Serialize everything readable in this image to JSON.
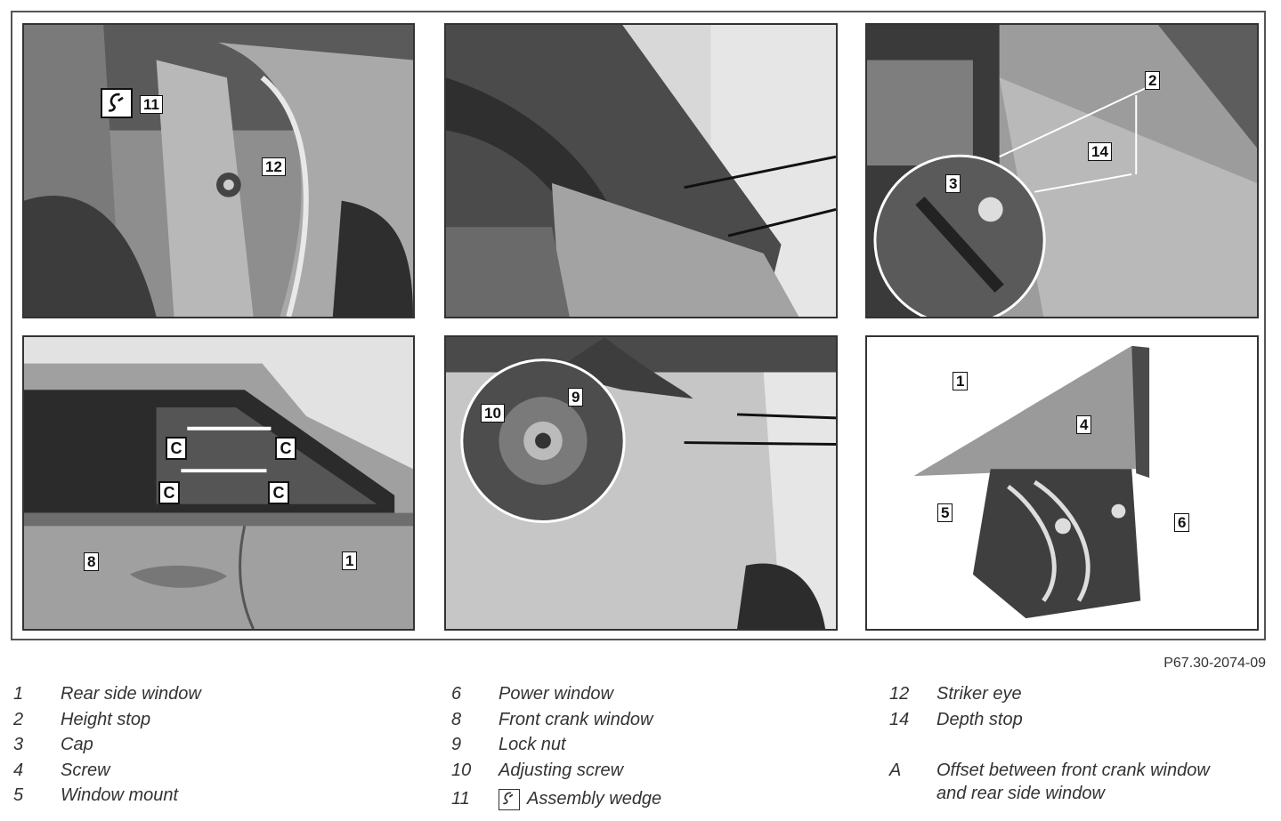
{
  "figure": {
    "reference": "P67.30-2074-09",
    "callouts": {
      "p1": [
        "11",
        "12"
      ],
      "p2": [],
      "p3": [
        "2",
        "14",
        "3"
      ],
      "p4": [
        "8",
        "1"
      ],
      "p5": [
        "10",
        "9"
      ],
      "p6": [
        "1",
        "4",
        "5",
        "6"
      ]
    },
    "c_marker": "C"
  },
  "legend": {
    "col1": [
      {
        "num": "1",
        "text": "Rear side window"
      },
      {
        "num": "2",
        "text": "Height stop"
      },
      {
        "num": "3",
        "text": "Cap"
      },
      {
        "num": "4",
        "text": "Screw"
      },
      {
        "num": "5",
        "text": "Window mount"
      }
    ],
    "col2": [
      {
        "num": "6",
        "text": "Power window"
      },
      {
        "num": "8",
        "text": "Front crank window"
      },
      {
        "num": "9",
        "text": "Lock nut"
      },
      {
        "num": "10",
        "text": "Adjusting screw"
      },
      {
        "num": "11",
        "text": "Assembly wedge"
      }
    ],
    "col3": [
      {
        "num": "12",
        "text": "Striker eye"
      },
      {
        "num": "14",
        "text": "Depth stop"
      },
      {
        "num": "",
        "text": ""
      },
      {
        "num": "A",
        "text": "Offset between front crank window"
      },
      {
        "num": "",
        "text": "and rear side window"
      }
    ]
  }
}
